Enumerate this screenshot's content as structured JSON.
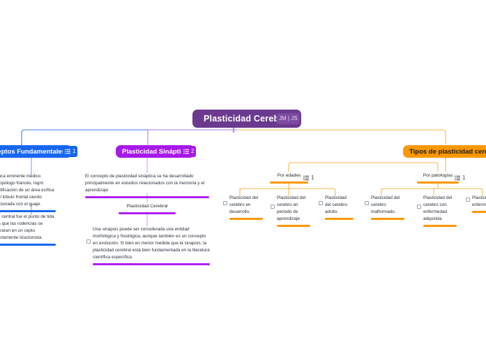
{
  "document": {
    "title": "Plasticidad Cerebral",
    "type": "mind-map"
  },
  "root": {
    "label": "Plasticidad Cerebral",
    "color": "#6b3a8f",
    "badge": "JM | JS"
  },
  "branches": {
    "left": {
      "label": "ceptos Fundamentales",
      "full_label": "Conceptos Fundamentales",
      "color": "#1766ef",
      "badge_count": "1",
      "notes": [
        {
          "text": "l Broca eminente médico antropólogo francés, logró identificación de un área ecífica en el lóbulo frontal uierdo relacionada con el guaje.",
          "rule_color": "#1766ef",
          "has_checkbox": false
        },
        {
          "text": "urco central fue el punto de tida  para que las rodencias se centraran en un cepto estrictamente lizacionista.",
          "rule_color": "#1766ef",
          "has_checkbox": false
        }
      ]
    },
    "center": {
      "label": "Plasticidad Sináptica",
      "color": "#a719e8",
      "badge_count": "2",
      "notes": [
        {
          "text": "El concepto de plasticidad sináptica se ha desarrollado principalmente en estudios relacionados con la memoria y el aprendizaje.",
          "rule_color": "#b01ff0",
          "has_checkbox": false
        }
      ],
      "subtitle": {
        "label": "Plasticidad Cerebral",
        "rule_color": "#b01ff0"
      },
      "notes2": [
        {
          "text": "Una sinapsis puede ser considerada una entidad morfológica y fisiológica, aunque también es un concepto en evolución. Si bien en menor medida que la sinapsis, la plasticidad cerebral está bien fundamentada en la literatura científica específica.",
          "rule_color": "#b01ff0",
          "has_checkbox": true
        }
      ]
    },
    "right": {
      "label": "Tipos de plasticidad cerebral",
      "color": "#fb9803",
      "groups": [
        {
          "label": "Por edades",
          "badge_count": "1",
          "rule_color": "#fb9803",
          "leaves": [
            {
              "text": "Plasticidad del cerebro en desarrollo.",
              "rule_color": "#fb9803",
              "has_checkbox": true
            },
            {
              "text": "Plasticidad del cerebro en periodo de aprendizaje",
              "rule_color": "#fb9803",
              "has_checkbox": true
            },
            {
              "text": "Plasticidad del cerebro adulto.",
              "rule_color": "#fb9803",
              "has_checkbox": true
            }
          ]
        },
        {
          "label": "Por patologías",
          "badge_count": "1",
          "rule_color": "#fb9803",
          "leaves": [
            {
              "text": "Plasticidad del cerebro malformado.",
              "rule_color": "#fb9803",
              "has_checkbox": true
            },
            {
              "text": "Plasticidad del cerebro con enfermedad adquirida.",
              "rule_color": "#fb9803",
              "has_checkbox": true
            },
            {
              "text": "Plastici neuron enferm metabó",
              "rule_color": "#fb9803",
              "has_checkbox": true
            }
          ]
        }
      ]
    }
  }
}
